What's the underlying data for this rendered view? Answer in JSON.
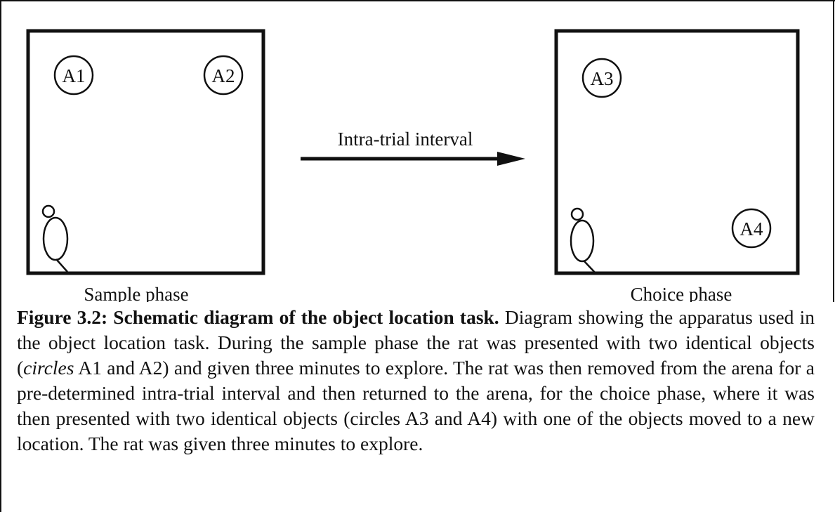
{
  "figure": {
    "sample_arena": {
      "objects": [
        "A1",
        "A2"
      ],
      "label": "Sample phase"
    },
    "arrow_label": "Intra-trial interval",
    "choice_arena": {
      "objects": [
        "A3",
        "A4"
      ],
      "label": "Choice phase"
    }
  },
  "caption": {
    "title": "Figure 3.2: Schematic diagram of the object location task.",
    "text_1": " Diagram showing the apparatus used in the object location task. During the sample phase the rat was presented with two identical objects (",
    "italic": "circles",
    "text_2": " A1 and A2) and given three minutes to explore. The rat was then removed from the arena for a pre-determined intra-trial interval and then returned to the arena, for the choice phase, where it was then presented with two identical objects (circles A3 and A4) with one of the objects moved to a new location. The rat was given three minutes to explore."
  }
}
